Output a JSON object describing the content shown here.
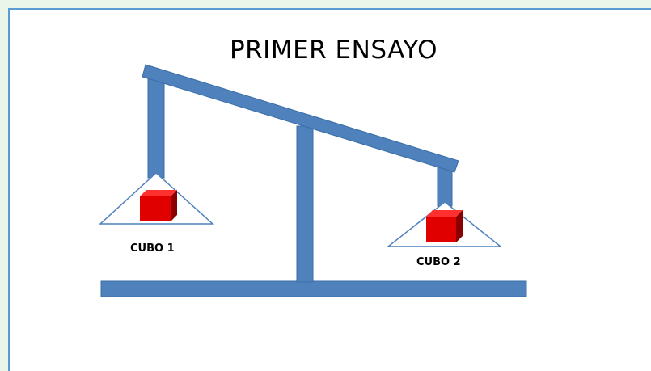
{
  "diagram": {
    "title": "PRIMER ENSAYO",
    "labels": {
      "cube_left": "CUBO 1",
      "cube_right": "CUBO 2"
    },
    "colors": {
      "beam": "#4f81bd",
      "cube_front": "#e00000",
      "cube_top": "#ff3030",
      "cube_side": "#8a0000",
      "pan_stroke": "#4f81bd",
      "frame": "#5b9bd5",
      "background": "#eaf6ea"
    }
  }
}
